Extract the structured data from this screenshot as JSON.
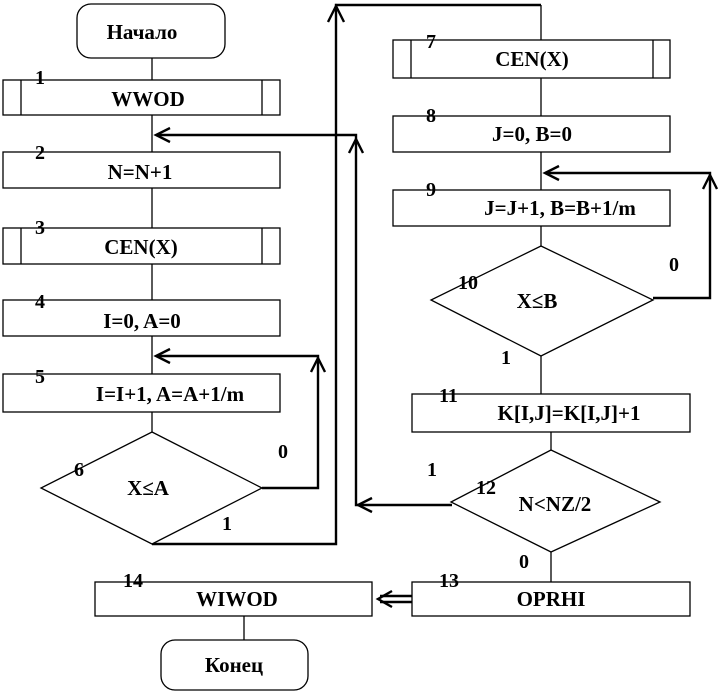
{
  "blocks": {
    "start": "Начало",
    "b1": {
      "num": "1",
      "text": "WWOD"
    },
    "b2": {
      "num": "2",
      "text": "N=N+1"
    },
    "b3": {
      "num": "3",
      "text": "CEN(X)"
    },
    "b4": {
      "num": "4",
      "text": "I=0, A=0"
    },
    "b5": {
      "num": "5",
      "text": "I=I+1, A=A+1/m"
    },
    "b6": {
      "num": "6",
      "text": "X≤A"
    },
    "b7": {
      "num": "7",
      "text": "CEN(X)"
    },
    "b8": {
      "num": "8",
      "text": "J=0, B=0"
    },
    "b9": {
      "num": "9",
      "text": "J=J+1, B=B+1/m"
    },
    "b10": {
      "num": "10",
      "text": "X≤B"
    },
    "b11": {
      "num": "11",
      "text": "K[I,J]=K[I,J]+1"
    },
    "b12": {
      "num": "12",
      "text": "N<NZ/2"
    },
    "b13": {
      "num": "13",
      "text": "OPRHI"
    },
    "b14": {
      "num": "14",
      "text": "WIWOD"
    },
    "end": "Конец"
  },
  "branch_labels": {
    "b6_no": "0",
    "b6_yes": "1",
    "b10_no": "0",
    "b10_yes": "1",
    "b12_yes": "1",
    "b12_no": "0"
  }
}
